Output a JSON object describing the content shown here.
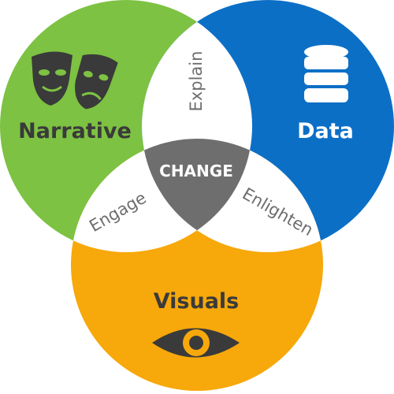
{
  "circles": {
    "narrative": {
      "label": "Narrative",
      "color": "#7DC242"
    },
    "data": {
      "label": "Data",
      "color": "#0C6FC6"
    },
    "visuals": {
      "label": "Visuals",
      "color": "#F7A80A"
    }
  },
  "overlaps": {
    "narrative_data": "Explain",
    "narrative_visuals": "Engage",
    "data_visuals": "Enlighten",
    "center": "CHANGE"
  },
  "colors": {
    "overlap_fill": "#ffffff",
    "center_fill": "#6E6E6E",
    "overlap_text": "#6E6E6E",
    "icon_dark": "#3A3A3A"
  },
  "icons": [
    "theater-masks-icon",
    "database-icon",
    "eye-icon"
  ]
}
